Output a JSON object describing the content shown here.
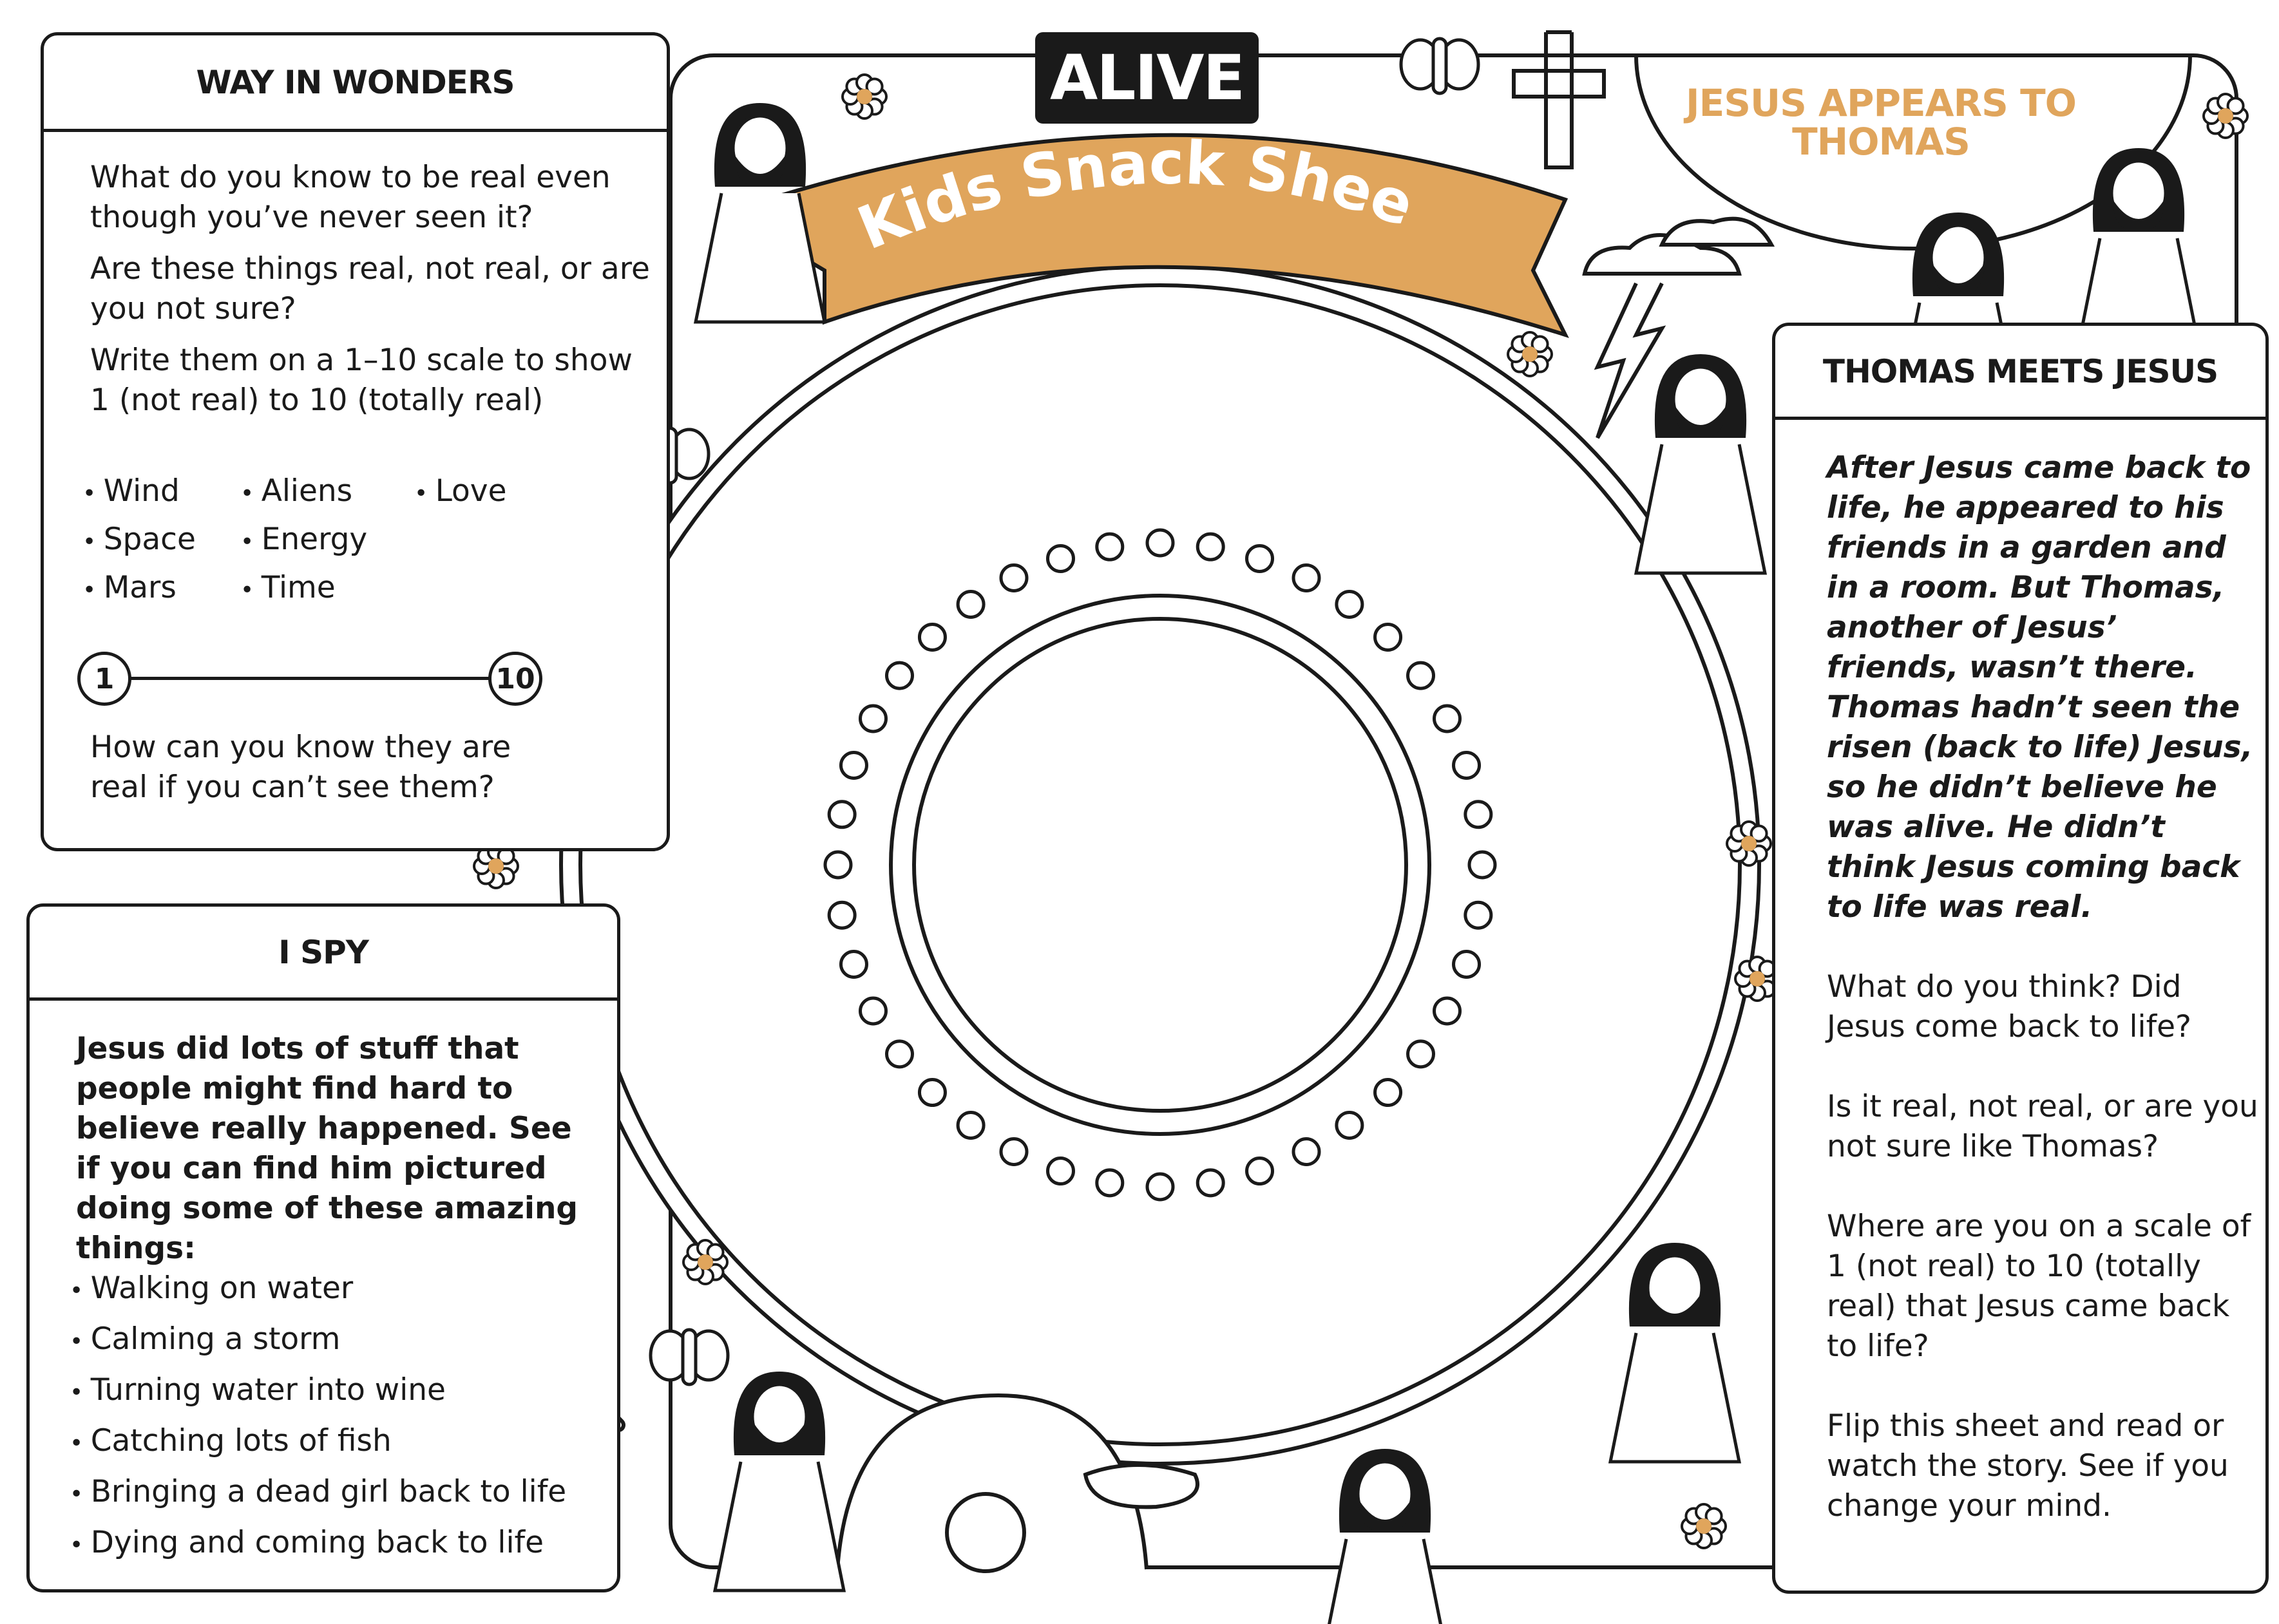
{
  "logo": "ALIVE",
  "banner_title": "Kids Snack Sheet",
  "story_title": "JESUS APPEARS TO THOMAS",
  "way_in_wonders": {
    "title": "WAY IN WONDERS",
    "q1": "What do you know to be real even though you’ve never seen it?",
    "q2": "Are these things real, not real, or are you not sure?",
    "q3": "Write them on a 1–10 scale to show 1 (not real) to 10 (totally real)",
    "items": [
      "Wind",
      "Space",
      "Mars",
      "Aliens",
      "Energy",
      "Time",
      "Love"
    ],
    "scale_min": "1",
    "scale_max": "10",
    "q4": "How can you know they are real if you can’t see them?"
  },
  "i_spy": {
    "title": "I SPY",
    "intro": "Jesus did lots of stuff that people might find hard to believe really happened. See if you can find him pictured doing some of these amazing things:",
    "items": [
      "Walking on water",
      "Calming a storm",
      "Turning water into wine",
      "Catching lots of fish",
      "Bringing a dead girl back to life",
      "Dying and coming back to life"
    ]
  },
  "thomas_meets_jesus": {
    "title": "THOMAS MEETS JESUS",
    "story": "After Jesus came back to life, he appeared to his friends in a garden and in a room. But Thomas, another of Jesus’ friends, wasn’t there. Thomas hadn’t seen the risen (back to life) Jesus, so he didn’t believe he was alive. He didn’t think Jesus coming back to life was real.",
    "q1": "What do you think? Did Jesus come back to life?",
    "q2": "Is it real, not real, or are you not sure like Thomas?",
    "q3": "Where are you on a scale of 1 (not real) to 10 (totally real) that Jesus came back to life?",
    "q4": "Flip this sheet and read or watch the story. See if you change your mind."
  },
  "colors": {
    "accent": "#E0A55C",
    "ink": "#1a1a1a"
  }
}
